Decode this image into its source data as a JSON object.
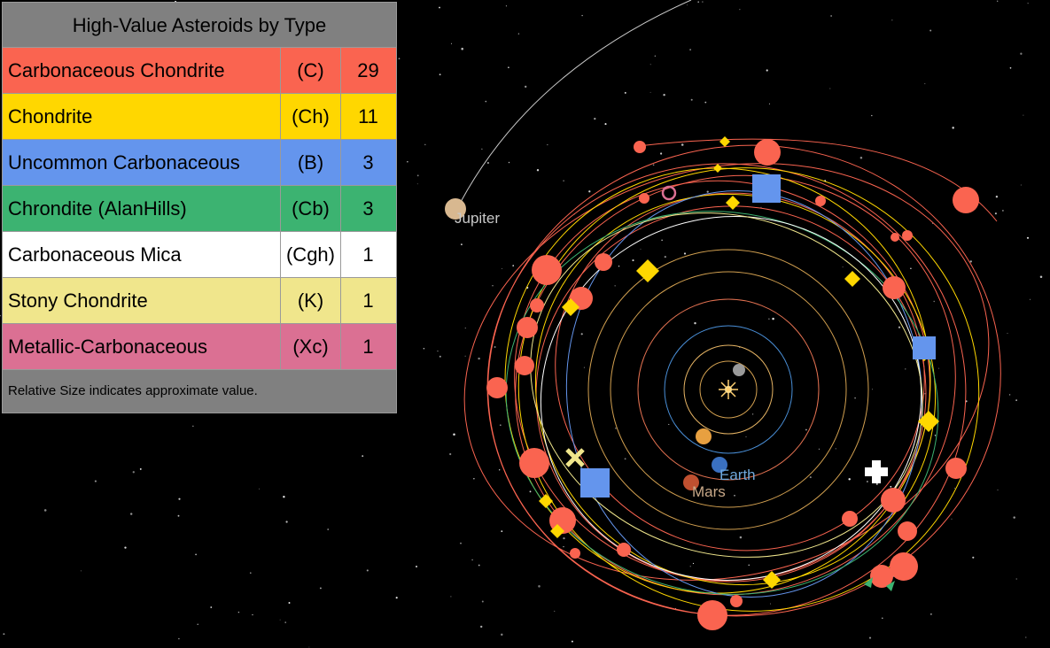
{
  "legend": {
    "title": "High-Value Asteroids by Type",
    "rows": [
      {
        "name": "Carbonaceous Chondrite",
        "code": "(C)",
        "count": "29",
        "color": "#fa6450"
      },
      {
        "name": "Chondrite",
        "code": "(Ch)",
        "count": "11",
        "color": "#ffd700"
      },
      {
        "name": "Uncommon Carbonaceous",
        "code": "(B)",
        "count": "3",
        "color": "#6495ed"
      },
      {
        "name": "Chrondite (AlanHills)",
        "code": "(Cb)",
        "count": "3",
        "color": "#3cb371"
      },
      {
        "name": "Carbonaceous Mica",
        "code": "(Cgh)",
        "count": "1",
        "color": "#ffffff"
      },
      {
        "name": "Stony Chondrite",
        "code": "(K)",
        "count": "1",
        "color": "#f0e68c"
      },
      {
        "name": "Metallic-Carbonaceous",
        "code": "(Xc)",
        "count": "1",
        "color": "#db7093"
      }
    ],
    "note": "Relative Size indicates approximate value."
  },
  "planets": {
    "jupiter": "Jupiter",
    "earth": "Earth",
    "mars": "Mars"
  },
  "colors": {
    "background": "#000000",
    "legend_bg": "#808080",
    "earth_label": "#6fa8dc",
    "mars_label": "#c8a888",
    "jupiter_label": "#c8c8c8"
  }
}
